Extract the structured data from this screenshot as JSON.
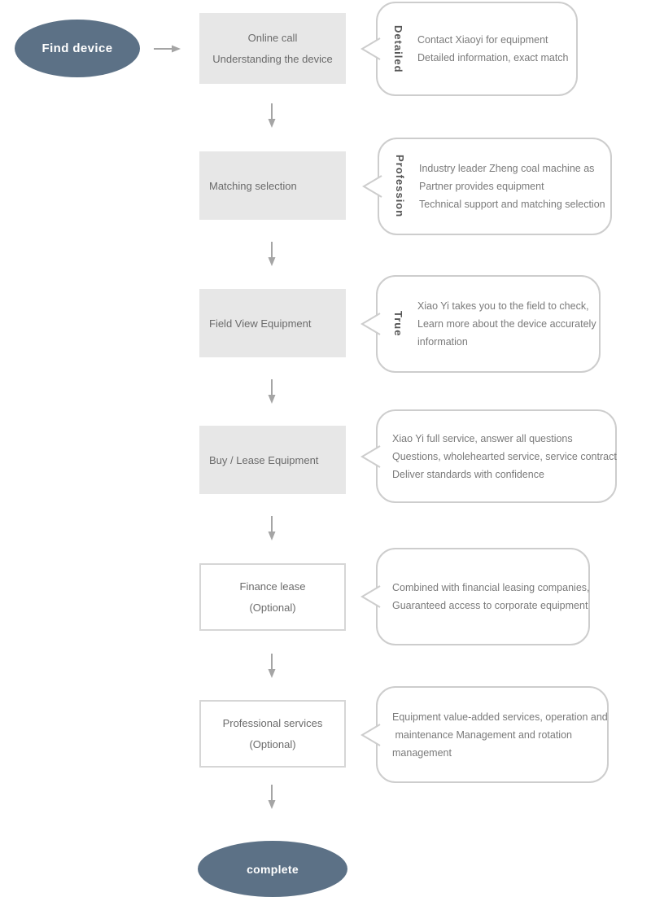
{
  "colors": {
    "terminal_fill": "#5c7186",
    "terminal_text": "#ffffff",
    "box_fill": "#e7e7e7",
    "outlined_box_border": "#d6d6d6",
    "bubble_border": "#cdcdcd",
    "note_text": "#7a7a7a",
    "tag_text": "#565656",
    "arrow": "#a5a5a5"
  },
  "flow": {
    "start_label": "Find device",
    "end_label": "complete",
    "steps": [
      {
        "box_lines": [
          "Online call",
          "Understanding the device"
        ],
        "note_tag": "Detailed",
        "note_lines": [
          "Contact Xiaoyi for equipment",
          "Detailed information, exact match"
        ]
      },
      {
        "box_lines": [
          "Matching selection"
        ],
        "note_tag": "Profession",
        "note_lines": [
          "Industry leader Zheng coal machine as",
          "Partner provides equipment",
          "Technical support and matching selection"
        ]
      },
      {
        "box_lines": [
          "Field View Equipment"
        ],
        "note_tag": "True",
        "note_lines": [
          "Xiao Yi takes you to the field to check,",
          "Learn more about the device accurately",
          "information"
        ]
      },
      {
        "box_lines": [
          "Buy / Lease Equipment"
        ],
        "note_tag": "",
        "note_lines": [
          "Xiao Yi full service, answer all questions",
          "Questions, wholehearted service, service contract",
          "Deliver standards with confidence"
        ]
      },
      {
        "box_lines": [
          "Finance lease",
          "(Optional)"
        ],
        "note_tag": "",
        "note_lines": [
          "Combined with financial leasing companies,",
          "Guaranteed access to corporate equipment"
        ]
      },
      {
        "box_lines": [
          "Professional services",
          "(Optional)"
        ],
        "note_tag": "",
        "note_lines": [
          "Equipment value-added services, operation and",
          " maintenance Management and rotation",
          "management"
        ]
      }
    ]
  }
}
